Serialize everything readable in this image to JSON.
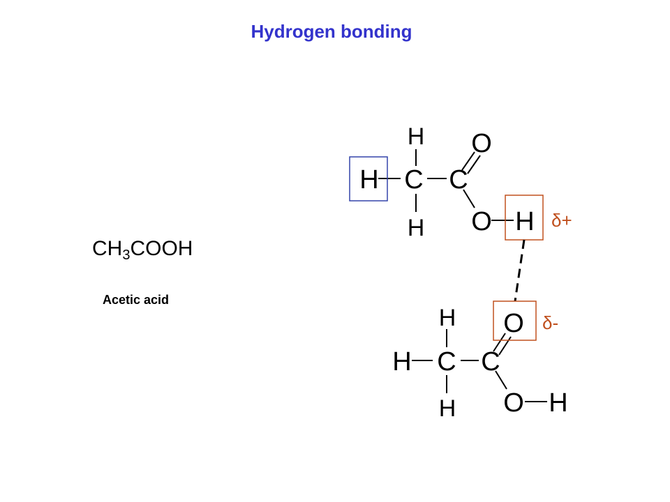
{
  "title": "Hydrogen bonding",
  "formula": {
    "prefix": "CH",
    "subscript": "3",
    "suffix": "COOH"
  },
  "compound_name": "Acetic acid",
  "atoms": {
    "H": "H",
    "C": "C",
    "O": "O"
  },
  "charges": {
    "positive": "δ+",
    "negative": "δ-"
  },
  "colors": {
    "title": "#3333cc",
    "highlight_blue": "#3344aa",
    "highlight_red": "#c0501e",
    "bond": "#000000",
    "text": "#000000"
  }
}
